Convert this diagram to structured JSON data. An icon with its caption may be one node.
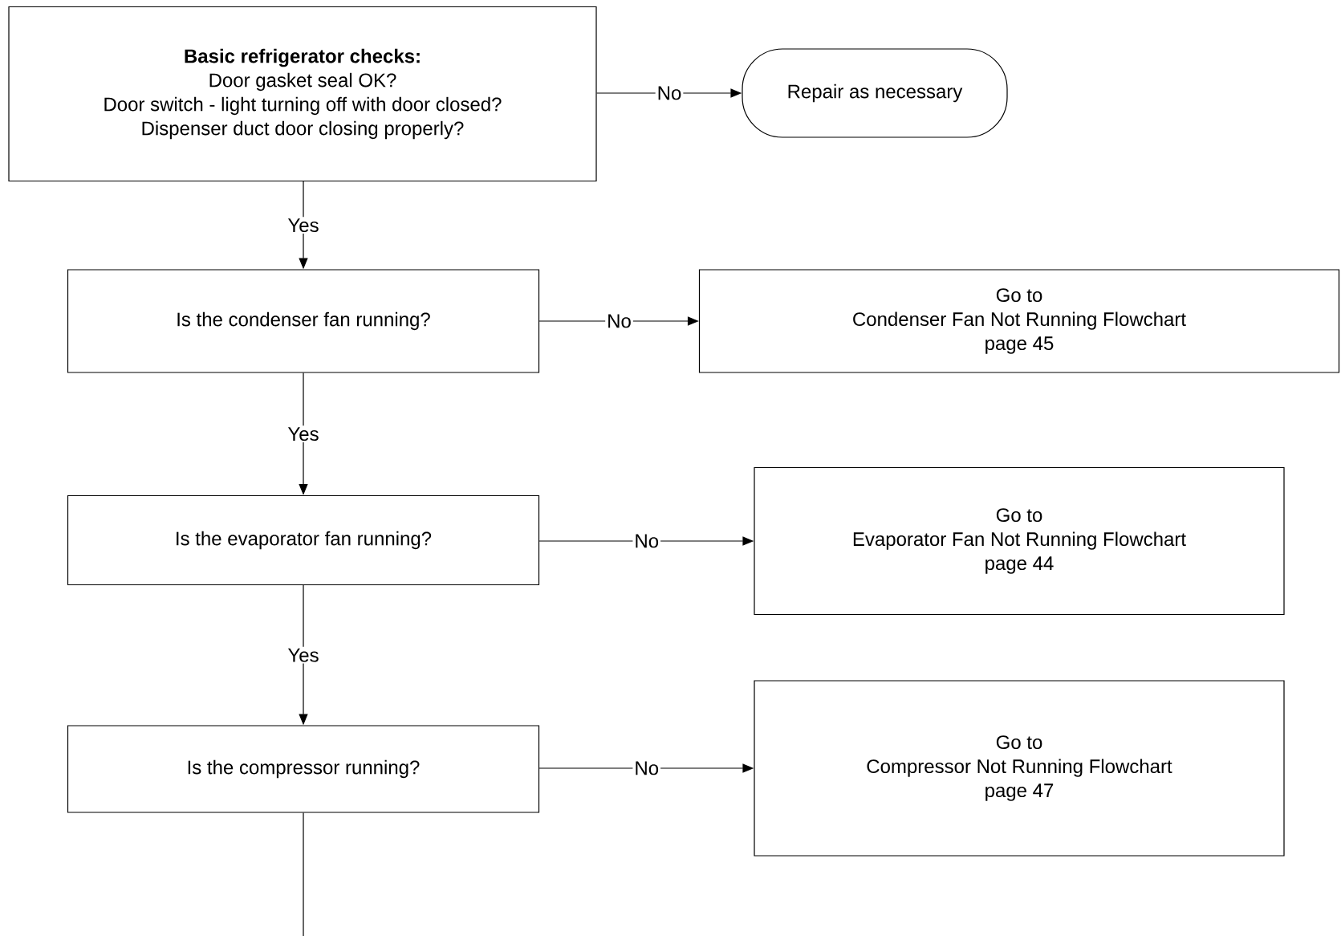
{
  "diagram": {
    "nodes": [
      {
        "text": [
          "Basic refrigerator checks:",
          "Door gasket seal OK?",
          "Door switch - light turning off with door closed?",
          "Dispenser duct door closing properly?"
        ]
      },
      {
        "text": [
          "Repair as necessary"
        ]
      },
      {
        "text": [
          "Is the condenser fan running?"
        ]
      },
      {
        "text": [
          "Go to",
          "Condenser Fan Not Running Flowchart",
          "page 45"
        ]
      },
      {
        "text": [
          "Is the evaporator fan running?"
        ]
      },
      {
        "text": [
          "Go to",
          "Evaporator Fan Not Running Flowchart",
          "page 44"
        ]
      },
      {
        "text": [
          "Is the compressor running?"
        ]
      },
      {
        "text": [
          "Go to",
          "Compressor Not Running  Flowchart",
          "page 47"
        ]
      }
    ],
    "edges": [
      {
        "from": 0,
        "to": 1,
        "arrow": "to",
        "label": "No"
      },
      {
        "from": 0,
        "to": 2,
        "arrow": "to",
        "label": "Yes"
      },
      {
        "from": 2,
        "to": 3,
        "arrow": "to",
        "label": "No"
      },
      {
        "from": 2,
        "to": 4,
        "arrow": "to",
        "label": "Yes"
      },
      {
        "from": 4,
        "to": 5,
        "arrow": "to",
        "label": "No"
      },
      {
        "from": 4,
        "to": 6,
        "arrow": "to",
        "label": "Yes"
      },
      {
        "from": 6,
        "to": 7,
        "arrow": "to",
        "label": "No"
      },
      {
        "from": 6,
        "to": null,
        "arrow": "none"
      }
    ]
  }
}
